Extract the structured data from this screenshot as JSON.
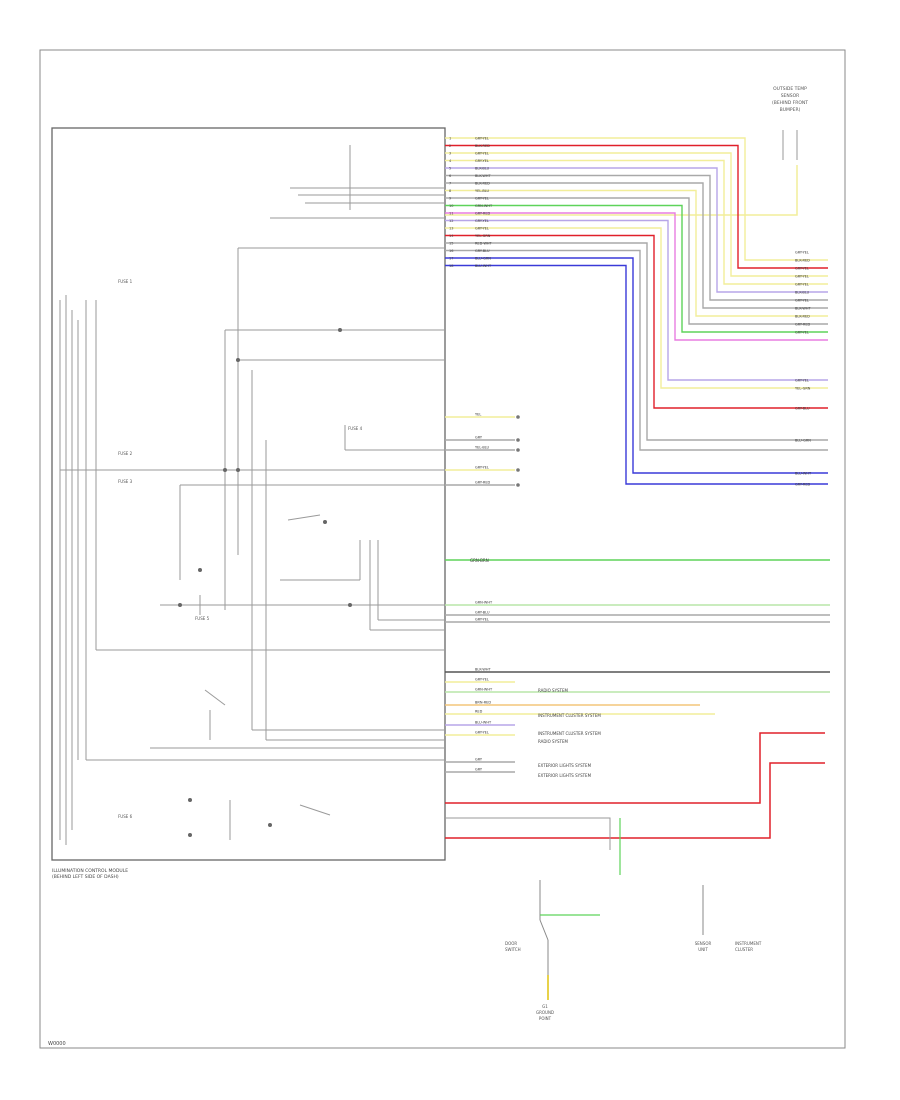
{
  "diagram": {
    "page_code": "W0000",
    "module": {
      "label_line1": "ILLUMINATION CONTROL MODULE",
      "label_line2": "(BEHIND LEFT SIDE OF DASH)"
    },
    "top_right_sensor": {
      "lines": [
        "OUTSIDE TEMP",
        "SENSOR",
        "(BEHIND FRONT",
        "BUMPER)"
      ]
    },
    "colors": {
      "yellow": "#f2ee9a",
      "red": "#e0202a",
      "violet": "#b7a6e8",
      "blue": "#3a3ad8",
      "green": "#5ed35a",
      "pink": "#e87de0",
      "gray": "#a9a9a9",
      "dark": "#555555",
      "light_green": "#b8e6a8",
      "orange": "#f4c57a"
    },
    "wires_top": [
      {
        "pin": "1",
        "code": "GRY-YEL",
        "color": "yellow"
      },
      {
        "pin": "2",
        "code": "BLK-RED",
        "color": "red"
      },
      {
        "pin": "3",
        "code": "GRY-YEL",
        "color": "yellow"
      },
      {
        "pin": "4",
        "code": "GRY-YEL",
        "color": "yellow"
      },
      {
        "pin": "5",
        "code": "BLK-BLU",
        "color": "violet"
      },
      {
        "pin": "6",
        "code": "BLK-WHT",
        "color": "gray"
      },
      {
        "pin": "7",
        "code": "BLK-RED",
        "color": "gray"
      },
      {
        "pin": "8",
        "code": "YEL-BLU",
        "color": "yellow"
      },
      {
        "pin": "9",
        "code": "GRY-YEL",
        "color": "gray"
      },
      {
        "pin": "10",
        "code": "GRN-WHT",
        "color": "green"
      },
      {
        "pin": "11",
        "code": "GRY-RED",
        "color": "pink"
      },
      {
        "pin": "12",
        "code": "GRY-YEL",
        "color": "violet"
      },
      {
        "pin": "13",
        "code": "GRY-YEL",
        "color": "yellow"
      },
      {
        "pin": "14",
        "code": "YEL-GRN",
        "color": "red"
      },
      {
        "pin": "15",
        "code": "RED-WHT",
        "color": "gray"
      },
      {
        "pin": "16",
        "code": "GRY-BLU",
        "color": "gray"
      },
      {
        "pin": "17",
        "code": "BLU-GRN",
        "color": "blue"
      },
      {
        "pin": "18",
        "code": "BLU-WHT",
        "color": "blue"
      }
    ],
    "right_labels": [
      "GRY-YEL",
      "BLK-RED",
      "GRY-YEL",
      "GRY-YEL",
      "GRY-YEL",
      "BLK-BLU",
      "GRY-YEL",
      "BLK-WHT",
      "BLK-RED",
      "GRY-RED",
      "GRY-YEL",
      "GRY-YEL",
      "YEL-GRN",
      "GRY-BLU",
      "BLU-GRN",
      "BLU-WHT",
      "GRY-RED"
    ],
    "mid_wires": [
      {
        "code": "YEL",
        "color": "yellow"
      },
      {
        "code": "GRY",
        "color": "gray"
      },
      {
        "code": "YEL-BLU",
        "color": "gray"
      },
      {
        "code": "GRY-YEL",
        "color": "yellow"
      },
      {
        "code": "GRY-RED",
        "color": "gray"
      }
    ],
    "green_wire": {
      "code": "GRN-BRN",
      "color": "green"
    },
    "bottom_wires": [
      {
        "code": "GRN-WHT",
        "color": "light_green"
      },
      {
        "code": "GRY-BLU",
        "color": "gray"
      },
      {
        "code": "GRY-YEL",
        "color": "gray"
      },
      {
        "code": "BLK-WHT",
        "color": "dark"
      },
      {
        "code": "GRY-YEL",
        "color": "yellow"
      },
      {
        "code": "GRN-WHT",
        "color": "light_green"
      },
      {
        "code": "BRN-RED",
        "color": "orange"
      },
      {
        "code": "RED",
        "color": "yellow"
      },
      {
        "code": "BLU-WHT",
        "color": "violet"
      },
      {
        "code": "GRY-YEL",
        "color": "yellow"
      },
      {
        "code": "GRY",
        "color": "gray"
      },
      {
        "code": "GRY",
        "color": "gray"
      }
    ],
    "system_refs": [
      "RADIO SYSTEM",
      "INSTRUMENT CLUSTER SYSTEM",
      "INSTRUMENT CLUSTER SYSTEM",
      "RADIO SYSTEM",
      "EXTERIOR LIGHTS SYSTEM",
      "EXTERIOR LIGHTS SYSTEM"
    ],
    "fuse_labels": [
      "FUSE 1",
      "FUSE 2",
      "FUSE 3",
      "FUSE 4",
      "FUSE 5",
      "FUSE 6"
    ],
    "bottom_components": {
      "switch_label": [
        "DOOR",
        "SWITCH"
      ],
      "ground_label": [
        "G1",
        "GROUND",
        "POINT"
      ],
      "sensor_label": [
        "SENSOR",
        "UNIT"
      ],
      "cluster_label": [
        "INSTRUMENT",
        "CLUSTER"
      ]
    }
  }
}
